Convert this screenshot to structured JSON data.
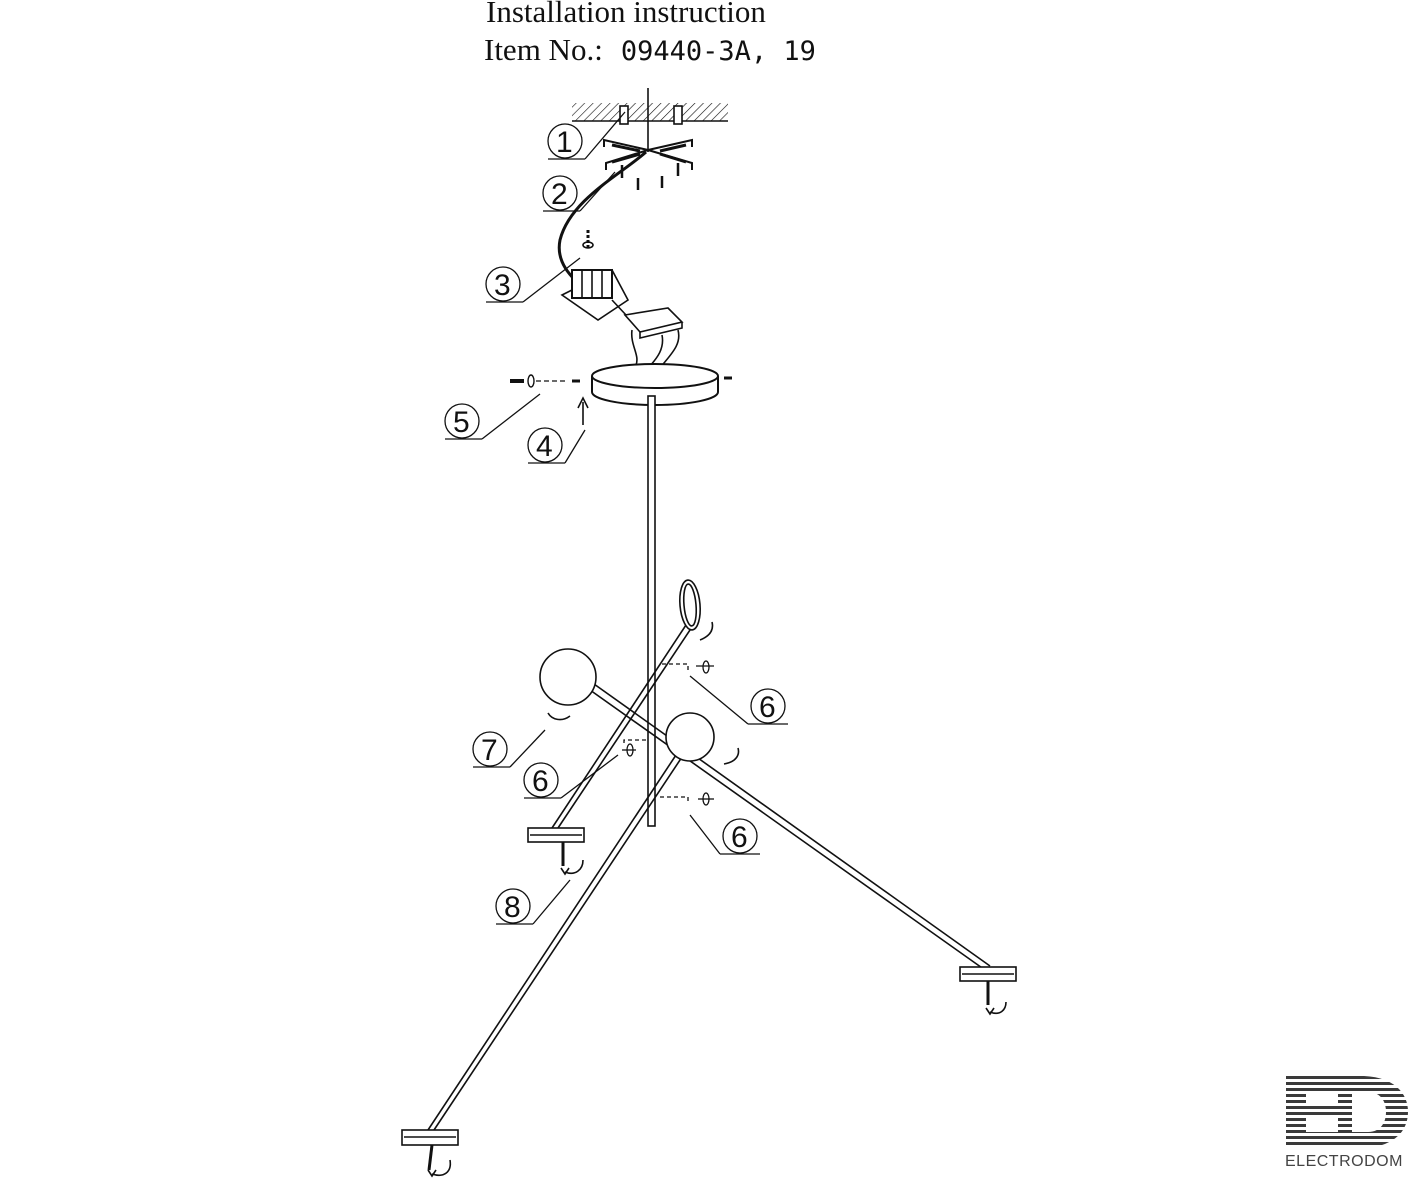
{
  "header": {
    "title": "Installation instruction",
    "item_label": "Item No.:",
    "item_number": "09440-3A, 19"
  },
  "callouts": [
    "1",
    "2",
    "3",
    "4",
    "5",
    "6",
    "6",
    "6",
    "7",
    "8"
  ],
  "logo": {
    "text": "ELECTRODOM",
    "mark": "ED"
  }
}
